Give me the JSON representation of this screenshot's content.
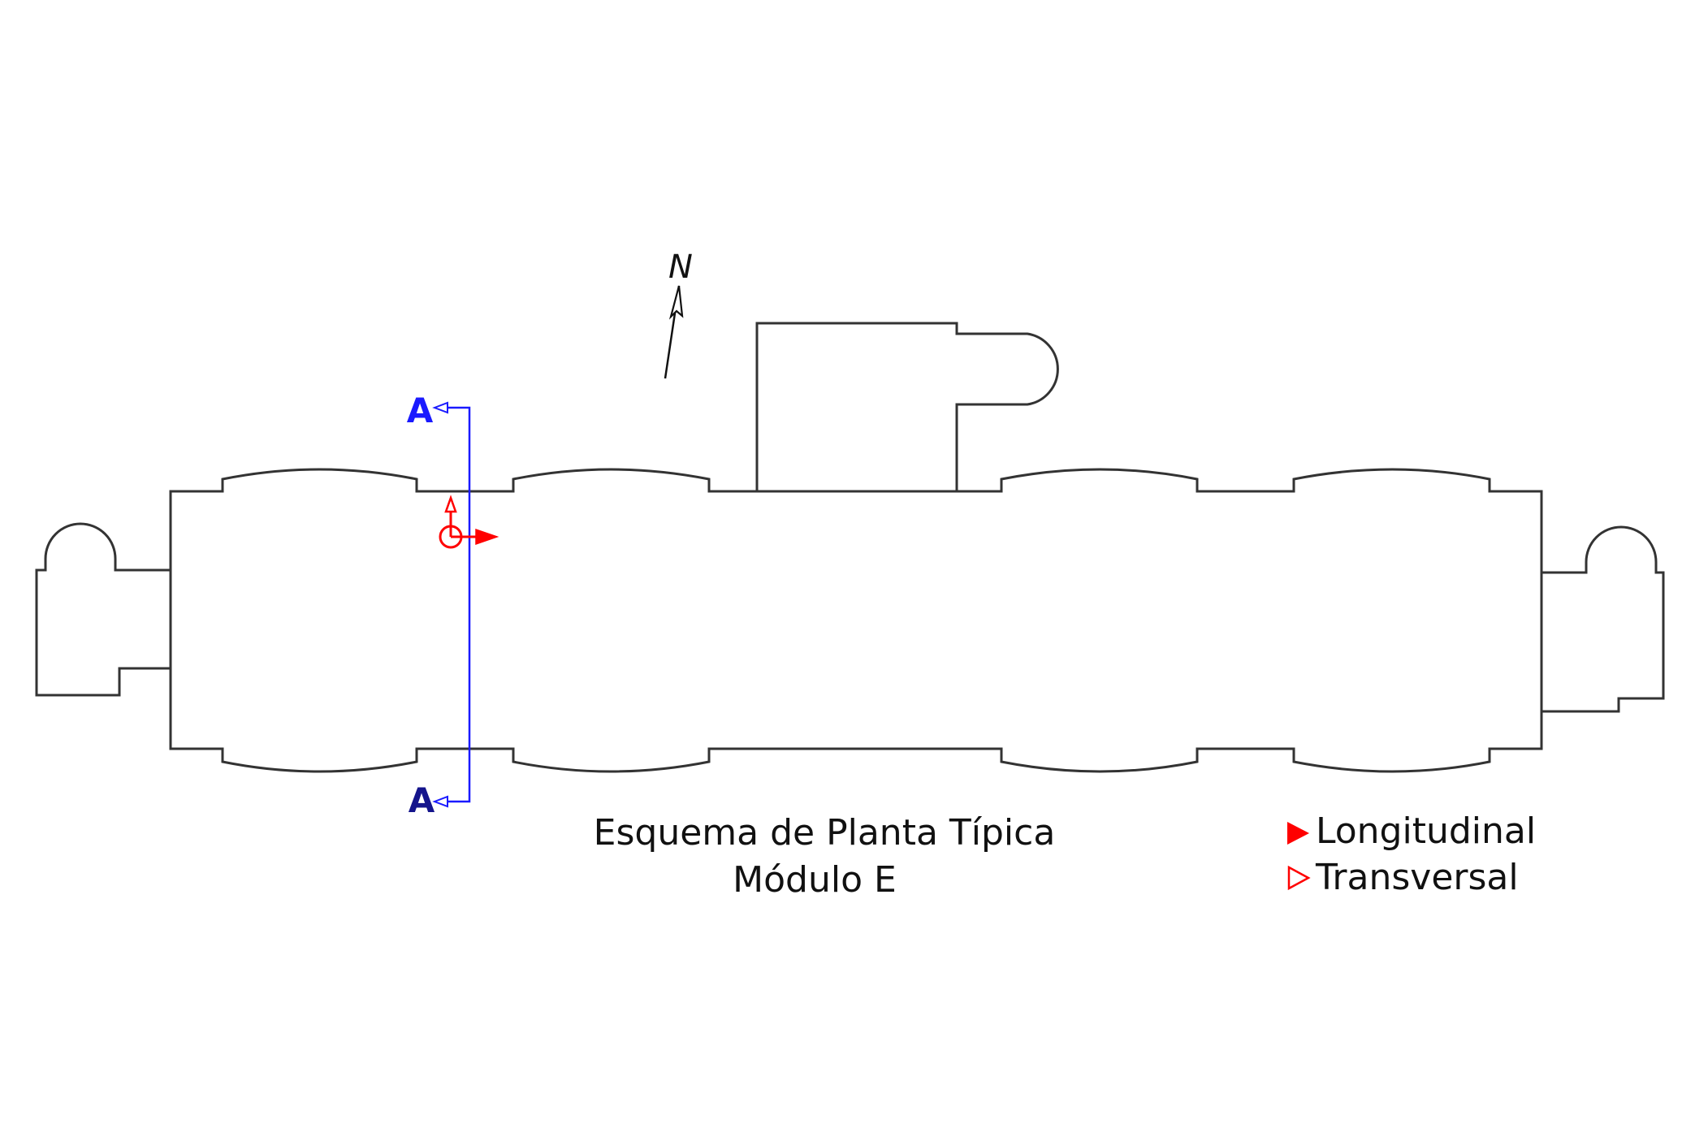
{
  "caption": {
    "line1": "Esquema de Planta Típica",
    "line2": "Módulo E"
  },
  "north_label": "N",
  "section_marker": {
    "top_label": "A",
    "bottom_label": "A"
  },
  "legend": {
    "items": [
      {
        "label": "Longitudinal",
        "marker": "filled-triangle-icon"
      },
      {
        "label": "Transversal",
        "marker": "outline-triangle-icon"
      }
    ]
  },
  "colors": {
    "outline": "#333333",
    "section_line": "#1a1aff",
    "section_label_top": "#1a1aff",
    "section_label_bottom": "#14148c",
    "camera": "#ff0000",
    "text": "#111111"
  }
}
